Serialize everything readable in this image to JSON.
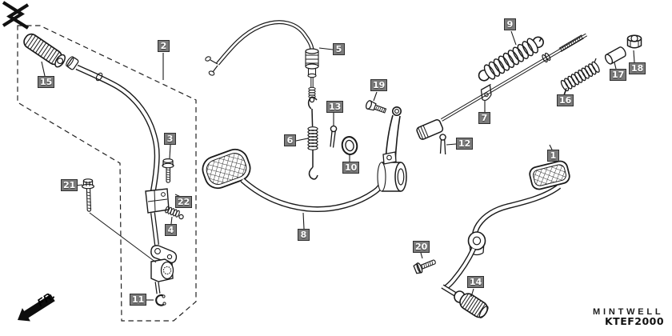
{
  "diagram": {
    "code": "KTEF2000",
    "direction_indicator": "FR.",
    "line_color": "#1a1a1a",
    "label_style": {
      "background": "#7b7b7b",
      "border": "#2f2f2f",
      "text": "#ffffff"
    },
    "part_labels": {
      "1": "1",
      "2": "2",
      "3": "3",
      "4": "4",
      "5": "5",
      "6": "6",
      "7": "7",
      "8": "8",
      "9": "9",
      "10": "10",
      "11": "11",
      "12": "12",
      "13": "13",
      "14": "14",
      "15": "15",
      "16": "16",
      "17": "17",
      "18": "18",
      "19": "19",
      "20": "20",
      "21": "21",
      "22": "22"
    }
  },
  "watermark": {
    "brand": "MINTWELL"
  }
}
